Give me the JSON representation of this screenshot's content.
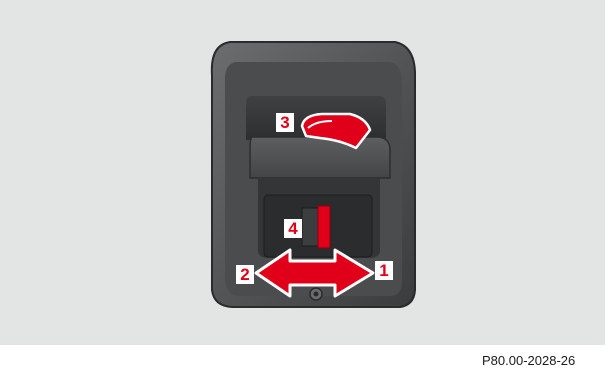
{
  "figure": {
    "reference_code": "P80.00-2028-26",
    "callouts": [
      {
        "id": "1",
        "label": "1"
      },
      {
        "id": "2",
        "label": "2"
      },
      {
        "id": "3",
        "label": "3"
      },
      {
        "id": "4",
        "label": "4"
      }
    ],
    "colors": {
      "background": "#e3e4e4",
      "housing": "#4f5152",
      "highlight": "#e0001a"
    },
    "icons": [
      "door-handle-housing",
      "pull-lever-icon",
      "lock-button-icon",
      "double-arrow-icon",
      "screw-icon"
    ]
  }
}
